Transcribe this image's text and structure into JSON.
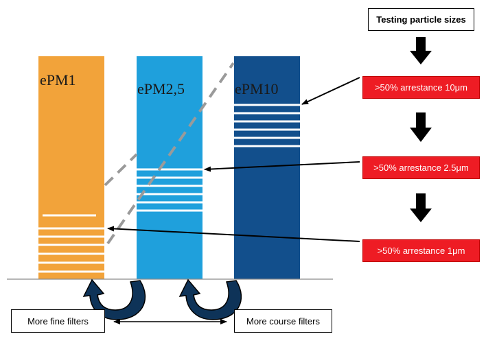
{
  "colors": {
    "epm1": "#f2a33a",
    "epm25": "#1fa0dc",
    "epm10": "#124f8c",
    "red_box": "#ee1c24"
  },
  "columns": {
    "epm1": {
      "label": "ePM1"
    },
    "epm25": {
      "label": "ePM2,5"
    },
    "epm10": {
      "label": "ePM10"
    }
  },
  "boxes": {
    "testing": "Testing particle sizes",
    "arrestance_10": ">50% arrestance 10μm",
    "arrestance_25": ">50% arrestance 2.5μm",
    "arrestance_1": ">50% arrestance 1μm",
    "more_fine": "More fine filters",
    "more_course": "More course filters"
  },
  "icons": {
    "down_arrows": "arrow-down-icon",
    "curved_arrows": "curved-arrow-icon"
  }
}
